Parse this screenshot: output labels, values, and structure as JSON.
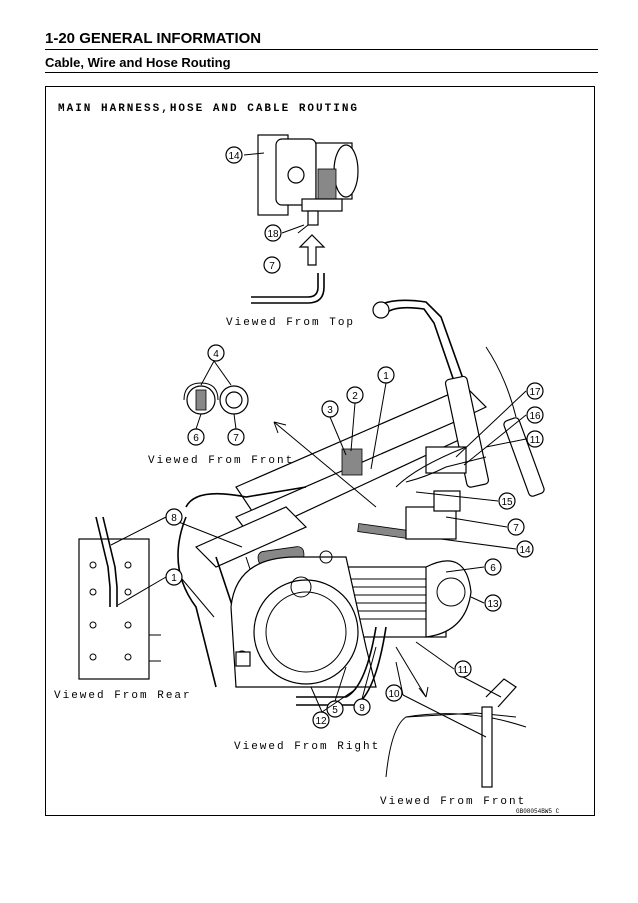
{
  "header": {
    "title": "1-20 GENERAL INFORMATION",
    "subtitle": "Cable, Wire and Hose Routing"
  },
  "figure": {
    "caption": "MAIN HARNESS,HOSE AND CABLE ROUTING",
    "views": {
      "top": "Viewed From Top",
      "front_upper": "Viewed From Front",
      "rear": "Viewed From Rear",
      "right": "Viewed From Right",
      "front_lower": "Viewed From Front"
    },
    "code": "GB08054BW5 C",
    "callouts": {
      "c14a": "14",
      "c18": "18",
      "c7a": "7",
      "c4": "4",
      "c6a": "6",
      "c7b": "7",
      "c1a": "1",
      "c2": "2",
      "c3": "3",
      "c17": "17",
      "c16": "16",
      "c11a": "11",
      "c15": "15",
      "c7c": "7",
      "c14b": "14",
      "c6b": "6",
      "c13": "13",
      "c8": "8",
      "c1b": "1",
      "c11b": "11",
      "c10": "10",
      "c9": "9",
      "c5": "5",
      "c12": "12"
    }
  }
}
